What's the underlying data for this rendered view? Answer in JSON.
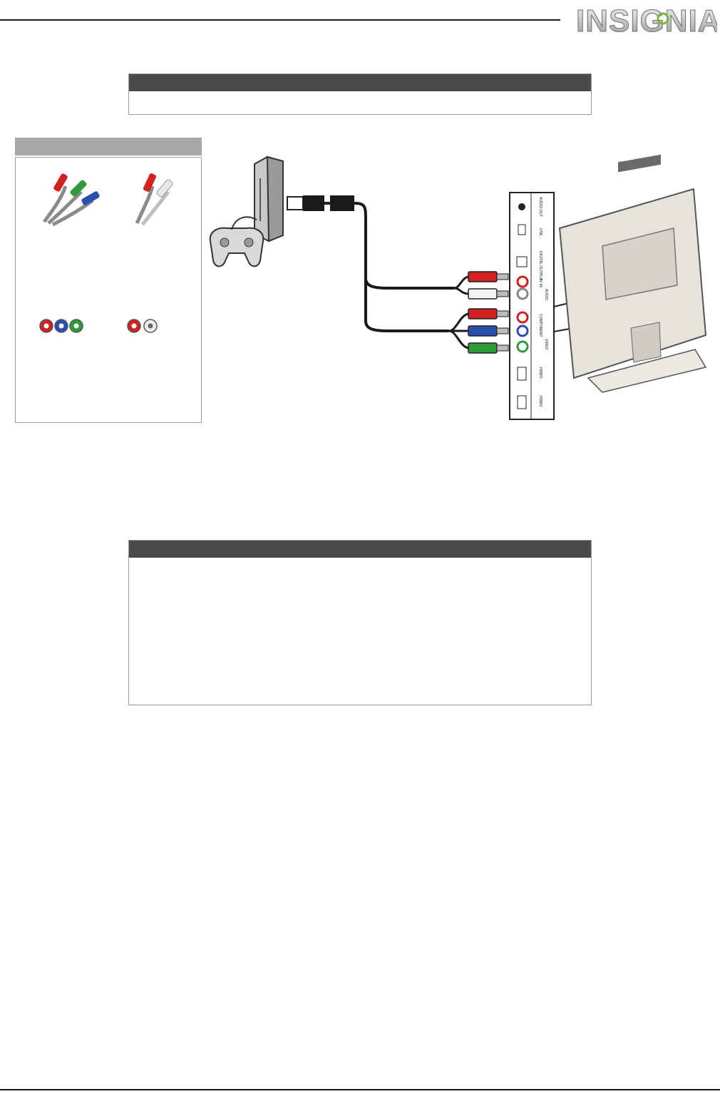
{
  "brand": {
    "logo_text": "INSIGNIA",
    "accent": "#7cb342"
  },
  "colors": {
    "bar": "#4a4a4a",
    "panel_head": "#a8a8a8",
    "plug_red": "#d32020",
    "plug_green": "#2e9a3a",
    "plug_blue": "#2a4fb0",
    "plug_white": "#f2f2f2"
  },
  "jack_panel": {
    "labels": [
      "AUDIO OUT",
      "USB",
      "DIGITAL OUTPUT",
      "AV IN",
      "AUDIO",
      "COMPONENT",
      "VIDEO",
      "HDMI3",
      "HDMI2"
    ]
  },
  "cable_panel": {
    "connectors": [
      {
        "name": "component-video-cable",
        "plugs": [
          "red",
          "green",
          "blue"
        ],
        "jacks": [
          "red",
          "blue",
          "green"
        ]
      },
      {
        "name": "audio-cable",
        "plugs": [
          "red",
          "white"
        ],
        "jacks": [
          "red",
          "white"
        ]
      }
    ]
  }
}
